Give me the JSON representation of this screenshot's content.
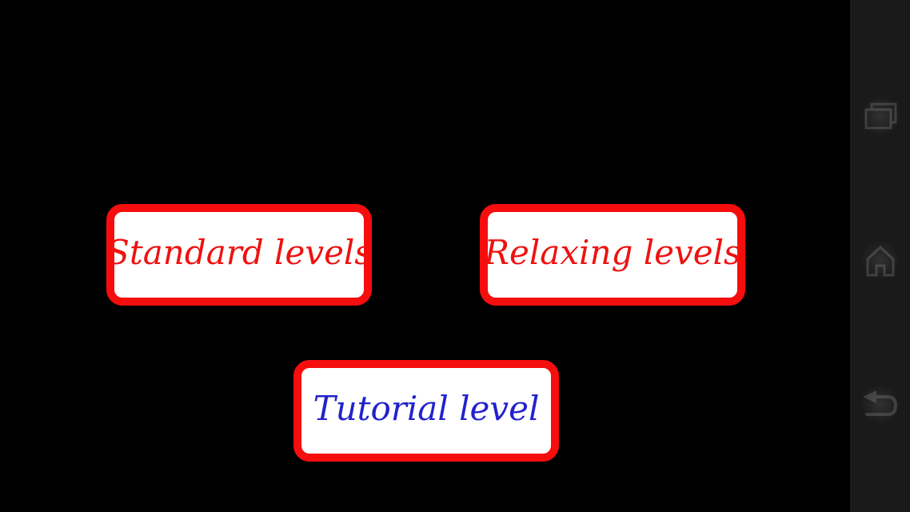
{
  "screen": {
    "description": "Game level selection screen",
    "background_color": "#000000"
  },
  "buttons": [
    {
      "id": "standard",
      "label": "Standard levels",
      "text_color": "#ee1210"
    },
    {
      "id": "relaxing",
      "label": "Relaxing levels",
      "text_color": "#ee1210"
    },
    {
      "id": "tutorial",
      "label": "Tutorial level",
      "text_color": "#2222cc"
    }
  ],
  "button_style": {
    "border_color": "#f60d0d",
    "background_color": "#ffffff"
  },
  "navbar": {
    "background_color": "#1a1a1a",
    "icon_color": "#3c3c3c",
    "icons": [
      {
        "name": "recent-apps-icon"
      },
      {
        "name": "home-icon"
      },
      {
        "name": "back-icon"
      }
    ]
  }
}
